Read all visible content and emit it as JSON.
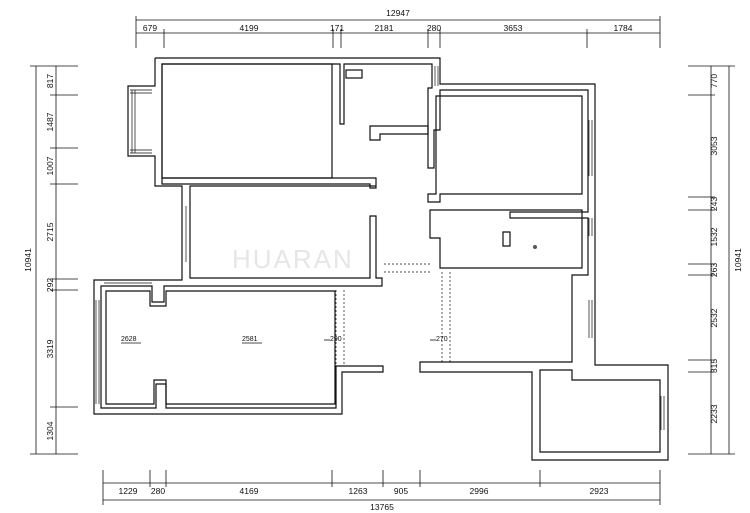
{
  "watermark": "HUARAN",
  "dims": {
    "top_total": "12947",
    "top": [
      "679",
      "4199",
      "171",
      "2181",
      "280",
      "3653",
      "1784"
    ],
    "bottom_total": "13765",
    "bottom": [
      "1229",
      "280",
      "4169",
      "1263",
      "905",
      "2996",
      "2923"
    ],
    "left_total": "10941",
    "left": [
      "817",
      "1487",
      "1007",
      "2715",
      "292",
      "3319",
      "1304"
    ],
    "right_total": "10941",
    "right": [
      "770",
      "3053",
      "243",
      "1532",
      "263",
      "2532",
      "315",
      "2233"
    ]
  },
  "annotations": [
    "2628",
    "2581",
    "290",
    "270"
  ]
}
